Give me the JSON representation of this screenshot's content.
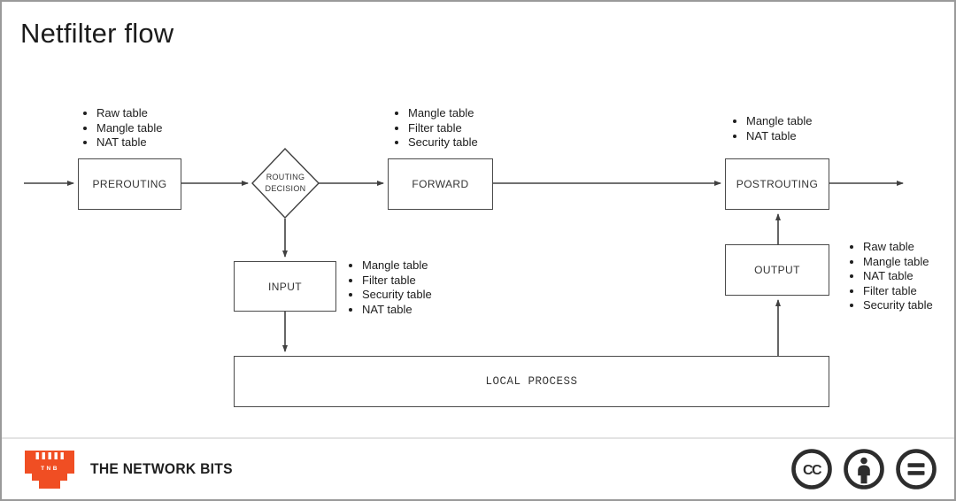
{
  "title": "Netfilter flow",
  "diagram": {
    "nodes": {
      "prerouting": {
        "label": "PREROUTING"
      },
      "routing_decision": {
        "line1": "ROUTING",
        "line2": "DECISION"
      },
      "forward": {
        "label": "FORWARD"
      },
      "postrouting": {
        "label": "POSTROUTING"
      },
      "input": {
        "label": "INPUT"
      },
      "output": {
        "label": "OUTPUT"
      },
      "local_process": {
        "label": "LOCAL PROCESS"
      }
    },
    "table_lists": {
      "prerouting": [
        "Raw table",
        "Mangle table",
        "NAT table"
      ],
      "forward": [
        "Mangle table",
        "Filter table",
        "Security table"
      ],
      "postrouting": [
        "Mangle table",
        "NAT table"
      ],
      "input": [
        "Mangle table",
        "Filter table",
        "Security table",
        "NAT table"
      ],
      "output": [
        "Raw table",
        "Mangle table",
        "NAT table",
        "Filter table",
        "Security table"
      ]
    }
  },
  "footer": {
    "brand": "THE NETWORK BITS",
    "logo_text": "TNB",
    "cc_glyph": "CC"
  },
  "colors": {
    "accent_orange": "#F04E23",
    "diagram_line": "#404040",
    "icon_dark": "#2D2D2D"
  }
}
